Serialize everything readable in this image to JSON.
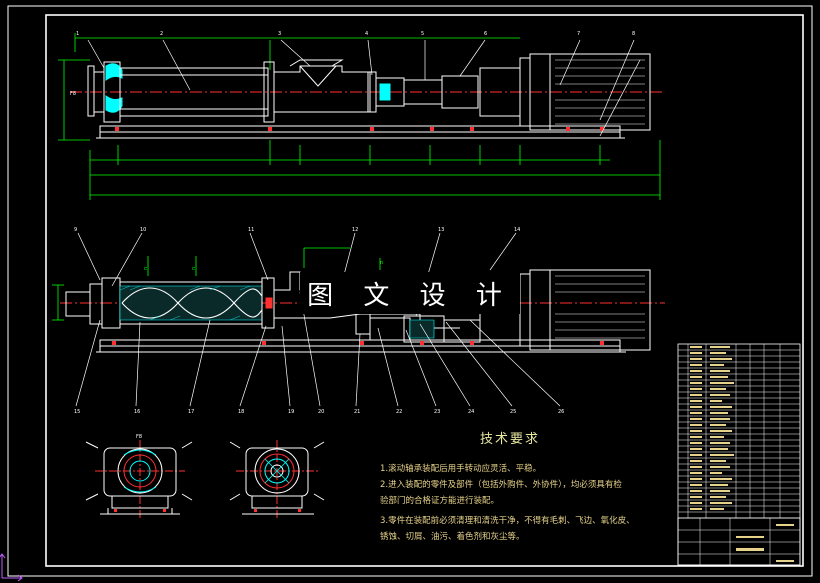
{
  "watermark": {
    "text": "图 文 设 计"
  },
  "technical_requirements": {
    "title": "技术要求",
    "items": [
      "1.滚动轴承装配后用手转动应灵活、平稳。",
      "2.进入装配的零件及部件（包括外购件、外协件），均必须具有检",
      "   验部门的合格证方能进行装配。",
      "3.零件在装配前必须清理和清洗干净，不得有毛刺、飞边、氧化皮、",
      "   锈蚀、切屑、油污、着色剂和灰尘等。"
    ]
  },
  "dimension_labels": {
    "top_view_flange": "F8",
    "end_view_flange": "F8"
  },
  "colors": {
    "background": "#000000",
    "outline": "#ffffff",
    "centerline": "#ff3030",
    "dimension": "#00ff00",
    "leader": "#ffffff",
    "hatch": "#00ffff",
    "text": "#e6d28a"
  }
}
